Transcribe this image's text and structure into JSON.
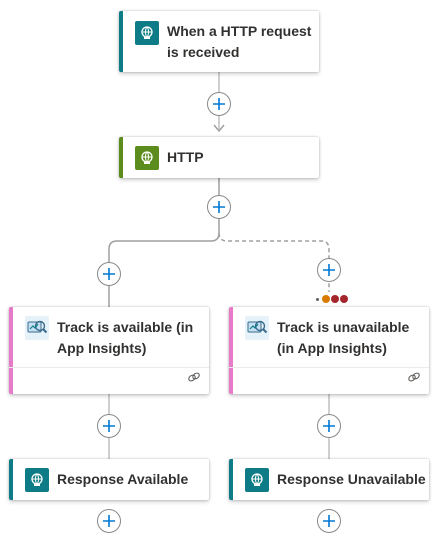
{
  "colors": {
    "http_trigger": "#0e7c86",
    "http_action": "#5c8b1e",
    "app_insights": "#e87bc9",
    "response": "#0e7c86",
    "connector": "#a19f9d",
    "plus": "#0078d4",
    "run_after_dots": [
      "#d97a00",
      "#a4262c",
      "#a4262c"
    ]
  },
  "nodes": {
    "trigger": {
      "title": "When a HTTP request is received",
      "icon": "http-request-icon"
    },
    "http": {
      "title": "HTTP",
      "icon": "http-icon"
    },
    "track_available": {
      "title": "Track is available (in App Insights)",
      "icon": "app-insights-icon"
    },
    "track_unavailable": {
      "title": "Track is unavailable (in App Insights)",
      "icon": "app-insights-icon"
    },
    "response_available": {
      "title": "Response Available",
      "icon": "response-icon"
    },
    "response_unavailable": {
      "title": "Response Unavailable",
      "icon": "response-icon"
    }
  }
}
